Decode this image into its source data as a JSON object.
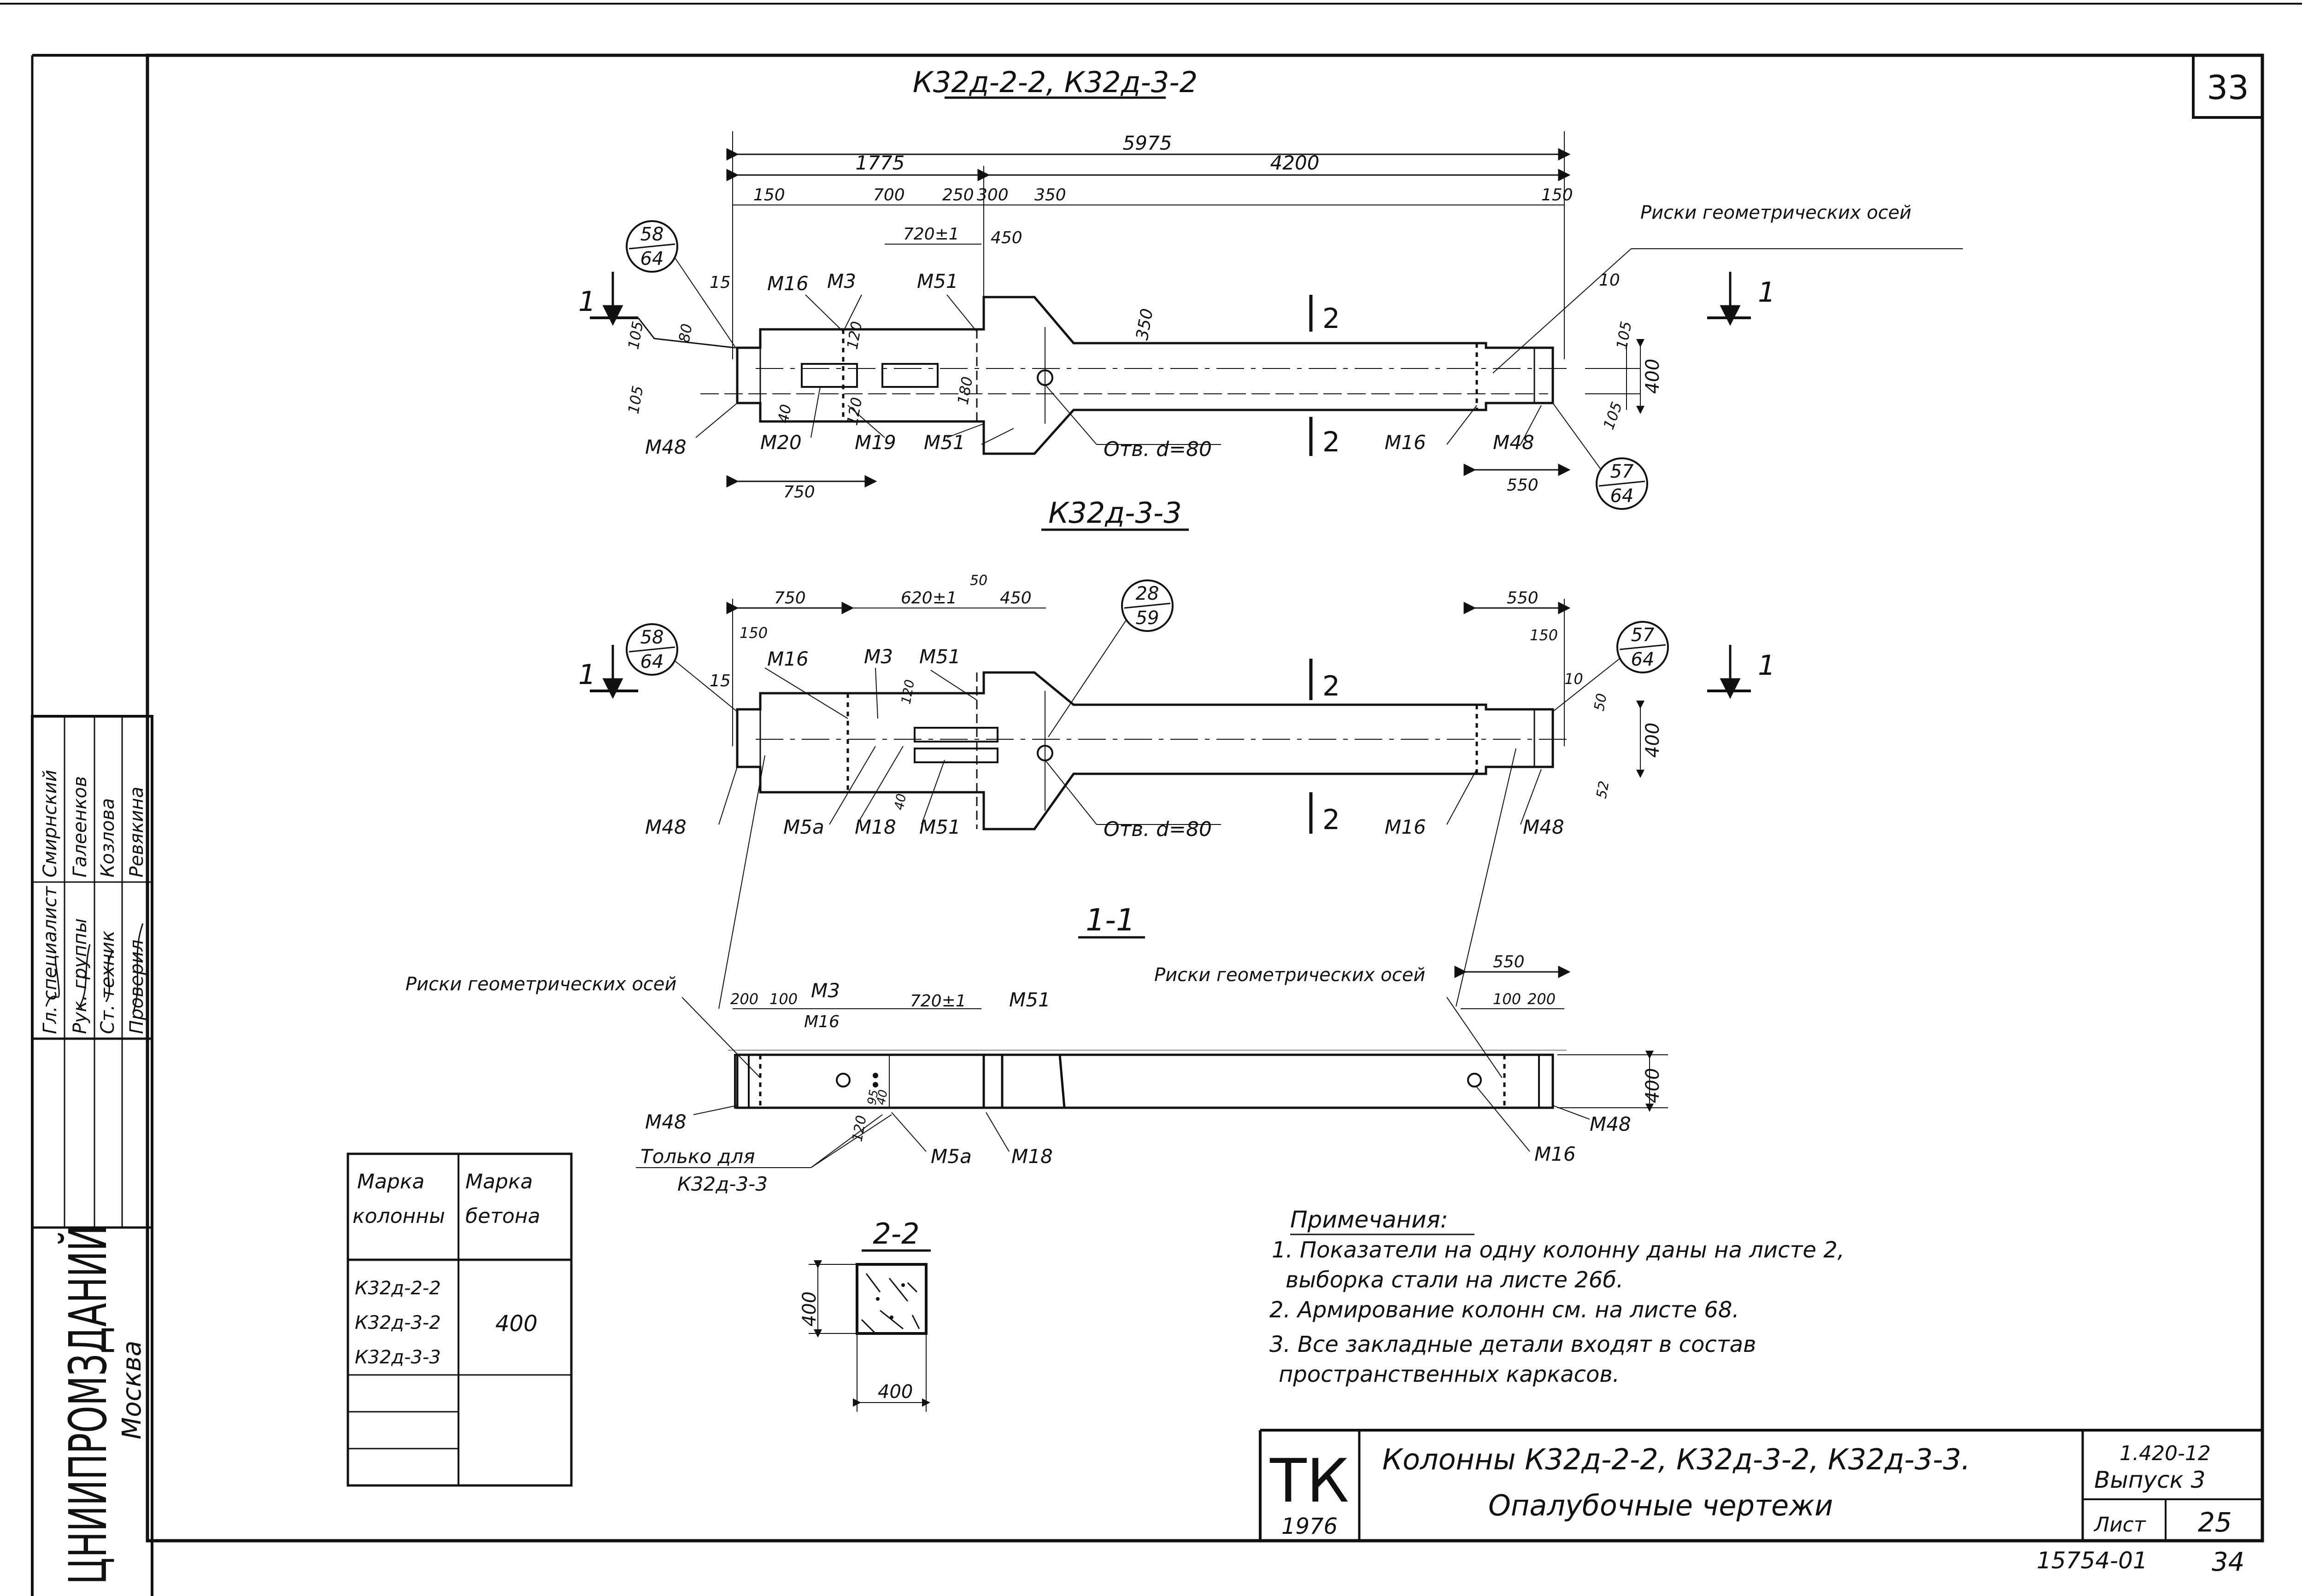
{
  "sheet": {
    "page_number": "33",
    "sheet_stamp_number": "34",
    "inventory_number": "15754-01"
  },
  "views": {
    "view1_title": "К32д-2-2, К32д-3-2",
    "view2_title": "К32д-3-3",
    "section11_title": "1-1",
    "section22_title": "2-2"
  },
  "view1": {
    "dim_total": "5975",
    "dim_left": "1775",
    "dim_right": "4200",
    "d150a": "150",
    "d700": "700",
    "d250": "250",
    "d300": "300",
    "d350": "350",
    "d150b": "150",
    "d720": "720±1",
    "d450": "450",
    "d350v": "350",
    "d15": "15",
    "d105a": "105",
    "d80a": "80",
    "d105b": "105",
    "d40": "40",
    "d120a": "120",
    "d120b": "120",
    "d180": "180",
    "d10": "10",
    "d105c": "105",
    "d400": "400",
    "d105d": "105",
    "d750": "750",
    "d550": "550",
    "m16a": "М16",
    "m3": "М3",
    "m51a": "М51",
    "m48a": "М48",
    "m20": "М20",
    "m19": "М19",
    "m51b": "М51",
    "hole": "Отв. d=80",
    "m16b": "М16",
    "m48b": "М48",
    "sec2a": "2",
    "sec2b": "2",
    "sec1a": "1",
    "sec1b": "1",
    "axes_note": "Риски геометрических осей",
    "b1_top": "58",
    "b1_bot": "64",
    "b2_top": "57",
    "b2_bot": "64"
  },
  "view2": {
    "d750": "750",
    "d620": "620±1",
    "d50": "50",
    "d450": "450",
    "d150a": "150",
    "d15": "15",
    "d550": "550",
    "d150b": "150",
    "d10": "10",
    "d50b": "50",
    "d400": "400",
    "d52": "52",
    "d120": "120",
    "d40": "40",
    "m16a": "М16",
    "m3": "М3",
    "m51a": "М51",
    "m48a": "М48",
    "m5a": "М5а",
    "m18": "М18",
    "m51b": "М51",
    "hole": "Отв. d=80",
    "m16b": "М16",
    "m48b": "М48",
    "sec2a": "2",
    "sec2b": "2",
    "sec1a": "1",
    "sec1b": "1",
    "b1_top": "58",
    "b1_bot": "64",
    "b2_top": "28",
    "b2_bot": "59",
    "b3_top": "57",
    "b3_bot": "64"
  },
  "section11": {
    "axes_left": "Риски геометрических осей",
    "axes_right": "Риски геометрических осей",
    "d200a": "200",
    "d100a": "100",
    "m3": "М3",
    "m16a": "М16",
    "d720": "720±1",
    "m51": "М51",
    "d550": "550",
    "d100b": "100",
    "d200b": "200",
    "d120": "120",
    "d95": "95",
    "d40": "40",
    "d400": "400",
    "m48a": "М48",
    "only_for": "Только для",
    "only_for_mark": "К32д-3-3",
    "m5a": "М5а",
    "m18": "М18",
    "m16b": "М16",
    "m48b": "М48"
  },
  "section22": {
    "d400v": "400",
    "d400h": "400"
  },
  "notes": {
    "title": "Примечания:",
    "n1a": "1. Показатели на одну колонну даны на листе 2,",
    "n1b": "выборка стали на листе 26б.",
    "n2": "2. Армирование колонн см. на листе 68.",
    "n3a": "3. Все закладные детали входят в состав",
    "n3b": "пространственных каркасов."
  },
  "marks_table": {
    "col1_l1": "Марка",
    "col1_l2": "колонны",
    "col2_l1": "Марка",
    "col2_l2": "бетона",
    "rows": [
      "К32д-2-2",
      "К32д-3-2",
      "К32д-3-3"
    ],
    "concrete": "400"
  },
  "side_stamp": {
    "org": "ЦНИИПРОМЗДАНИЙ",
    "city": "Москва",
    "roles": [
      "Гл. специалист",
      "Рук. группы",
      "Ст. техник",
      "Проверил"
    ],
    "names": [
      "Смирнский",
      "Галеенков",
      "Козлова",
      "Ревякина"
    ]
  },
  "title_block": {
    "code": "ТК",
    "year": "1976",
    "title_l1": "Колонны К32д-2-2, К32д-3-2, К32д-3-3.",
    "title_l2": "Опалубочные чертежи",
    "series": "1.420-12",
    "issue": "Выпуск 3",
    "sheet_label": "Лист",
    "sheet_no": "25"
  }
}
